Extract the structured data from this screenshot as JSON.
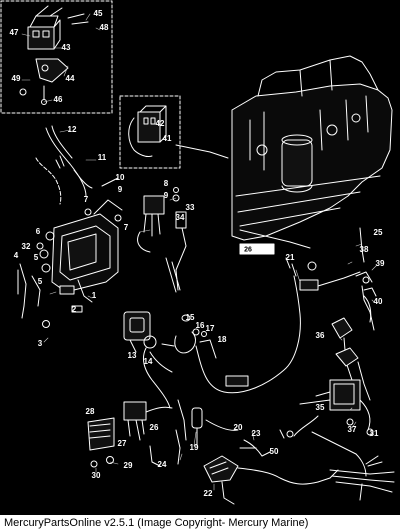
{
  "diagram": {
    "callouts": [
      "1",
      "2",
      "3",
      "4",
      "5",
      "6",
      "7",
      "8",
      "9",
      "10",
      "11",
      "12",
      "13",
      "14",
      "15",
      "16",
      "17",
      "18",
      "19",
      "20",
      "21",
      "22",
      "23",
      "24",
      "25",
      "26",
      "27",
      "28",
      "29",
      "30",
      "31",
      "32",
      "33",
      "34",
      "35",
      "36",
      "37",
      "38",
      "39",
      "40",
      "41",
      "42",
      "43",
      "44",
      "45",
      "46",
      "47",
      "48",
      "49",
      "50"
    ],
    "plate_label": "26"
  },
  "footer": {
    "text": "MercuryPartsOnline v2.5.1 (Image Copyright- Mercury Marine)"
  }
}
